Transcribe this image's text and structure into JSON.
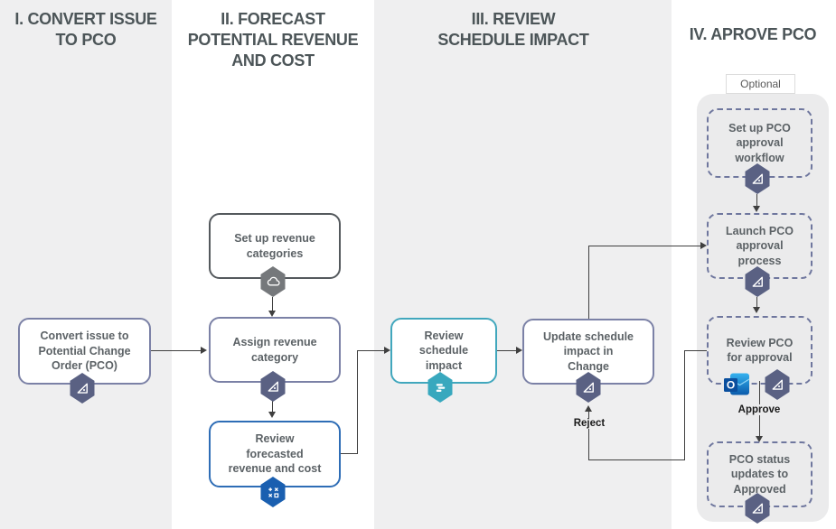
{
  "phases": [
    {
      "label": "I. CONVERT ISSUE\nTO PCO"
    },
    {
      "label": "II. FORECAST\nPOTENTIAL REVENUE\nAND COST"
    },
    {
      "label": "III. REVIEW\nSCHEDULE IMPACT"
    },
    {
      "label": "IV. APROVE PCO"
    }
  ],
  "nodes": {
    "convert_issue": {
      "label": "Convert issue to\nPotential Change\nOrder (PCO)",
      "icon": "change-hexagon"
    },
    "setup_revenue": {
      "label": "Set up revenue\ncategories",
      "icon": "cloud-hexagon"
    },
    "assign_revenue": {
      "label": "Assign revenue\ncategory",
      "icon": "change-hexagon"
    },
    "review_forecast": {
      "label": "Review\nforecasted\nrevenue and cost",
      "icon": "calculator-hexagon"
    },
    "review_schedule": {
      "label": "Review\nschedule\nimpact",
      "icon": "schedule-hexagon"
    },
    "update_schedule": {
      "label": "Update schedule\nimpact in\nChange",
      "icon": "change-hexagon"
    },
    "setup_workflow": {
      "label": "Set up PCO\napproval\nworkflow",
      "icon": "change-hexagon"
    },
    "launch_approval": {
      "label": "Launch PCO\napproval\nprocess",
      "icon": "change-hexagon"
    },
    "review_pco": {
      "label": "Review PCO\nfor approval",
      "icons": [
        "outlook",
        "change-hexagon"
      ]
    },
    "pco_status": {
      "label": "PCO status\nupdates to\nApproved",
      "icon": "change-hexagon"
    }
  },
  "labels": {
    "optional": "Optional",
    "reject": "Reject",
    "approve": "Approve"
  },
  "colors": {
    "slate_border": "#7b81a6",
    "gray_border": "#54595d",
    "blue_border": "#2e6db6",
    "teal_border": "#41a7bd",
    "slate_badge": "#5a6183",
    "gray_badge": "#75787b",
    "blue_badge": "#1a5fb0",
    "teal_badge": "#38a8be",
    "outlook_blue": "#0f5cad",
    "connector": "#3f3f3f",
    "band_gray": "#efeff0",
    "panel_gray": "#ebebec"
  }
}
